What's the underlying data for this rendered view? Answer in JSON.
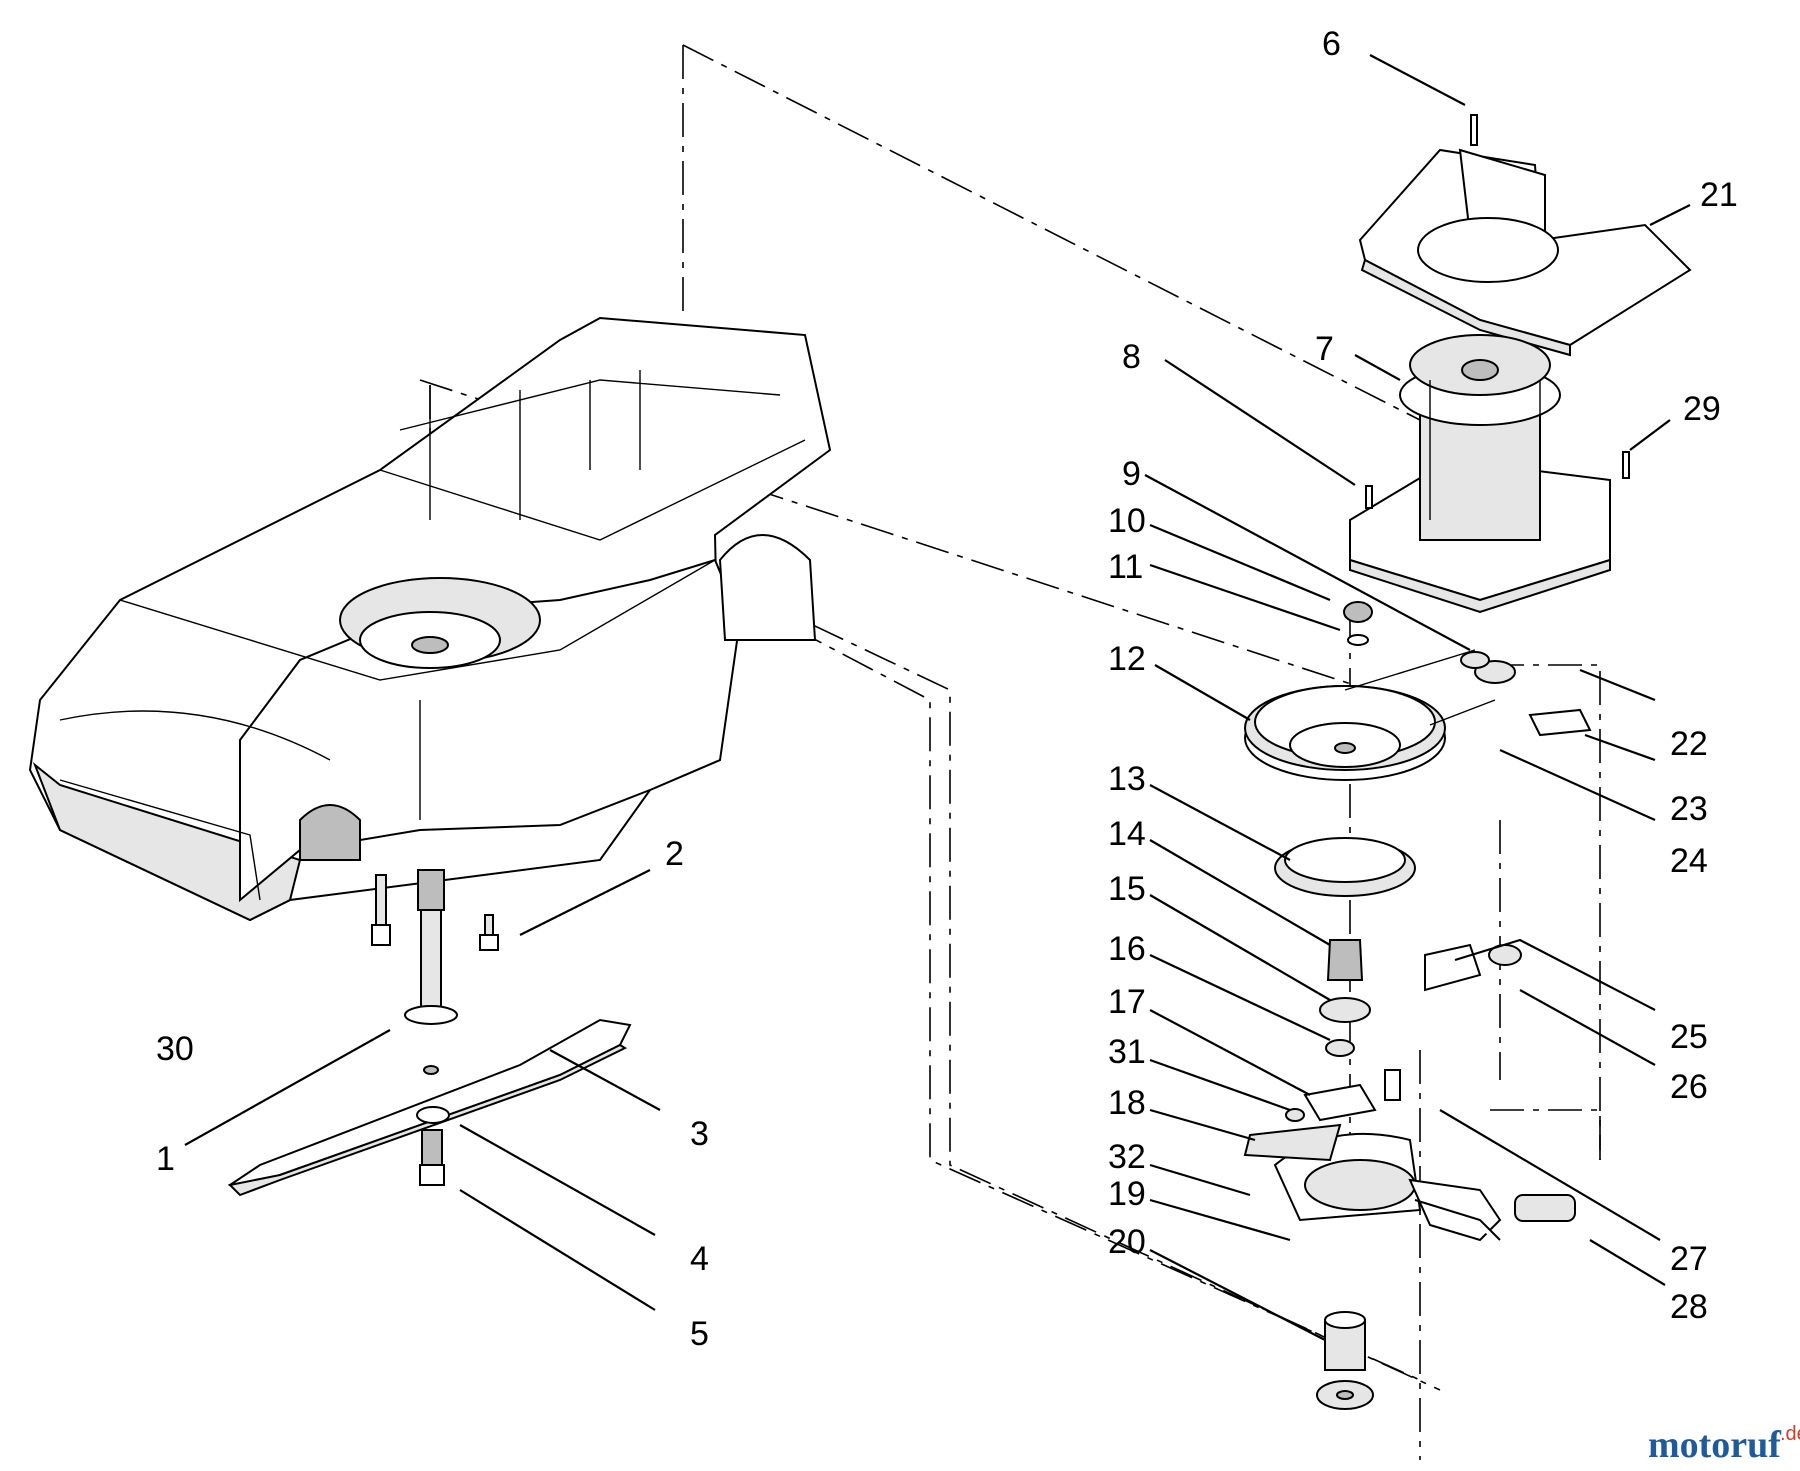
{
  "callouts": [
    {
      "id": "1",
      "text": "1"
    },
    {
      "id": "2",
      "text": "2"
    },
    {
      "id": "3",
      "text": "3"
    },
    {
      "id": "4",
      "text": "4"
    },
    {
      "id": "5",
      "text": "5"
    },
    {
      "id": "6",
      "text": "6"
    },
    {
      "id": "7",
      "text": "7"
    },
    {
      "id": "8",
      "text": "8"
    },
    {
      "id": "9",
      "text": "9"
    },
    {
      "id": "10",
      "text": "10"
    },
    {
      "id": "11",
      "text": "11"
    },
    {
      "id": "12",
      "text": "12"
    },
    {
      "id": "13",
      "text": "13"
    },
    {
      "id": "14",
      "text": "14"
    },
    {
      "id": "15",
      "text": "15"
    },
    {
      "id": "16",
      "text": "16"
    },
    {
      "id": "17",
      "text": "17"
    },
    {
      "id": "18",
      "text": "18"
    },
    {
      "id": "19",
      "text": "19"
    },
    {
      "id": "20",
      "text": "20"
    },
    {
      "id": "21",
      "text": "21"
    },
    {
      "id": "22",
      "text": "22"
    },
    {
      "id": "23",
      "text": "23"
    },
    {
      "id": "24",
      "text": "24"
    },
    {
      "id": "25",
      "text": "25"
    },
    {
      "id": "26",
      "text": "26"
    },
    {
      "id": "27",
      "text": "27"
    },
    {
      "id": "28",
      "text": "28"
    },
    {
      "id": "29",
      "text": "29"
    },
    {
      "id": "30",
      "text": "30"
    },
    {
      "id": "31",
      "text": "31"
    },
    {
      "id": "32",
      "text": "32"
    }
  ],
  "watermark": {
    "brand": "motoruf",
    "suffix": ".de",
    "color_brand": "#1f5a9c",
    "color_suffix": "#d13c2b"
  }
}
